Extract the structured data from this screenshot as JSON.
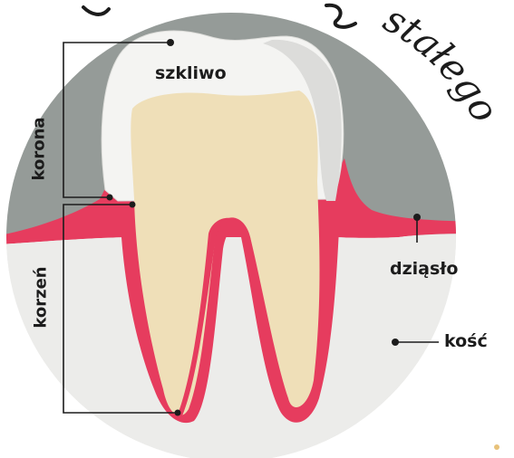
{
  "title_fragment": "stałego",
  "labels": {
    "enamel": "szkliwo",
    "crown": "korona",
    "root": "korzeń",
    "gum": "dziąsło",
    "bone": "kość"
  },
  "colors": {
    "gum_tissue": "#e63c5e",
    "enamel": "#f4f4f2",
    "dentin": "#efdfb8",
    "shadow_zone": "#959b98",
    "bone_zone": "#ececea",
    "line": "#1c1c1c"
  }
}
